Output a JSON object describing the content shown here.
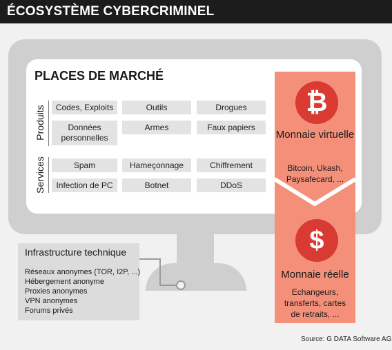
{
  "title": "ÉCOSYSTÈME CYBERCRIMINEL",
  "marketplace": {
    "heading": "PLACES DE MARCHÉ",
    "produits_label": "Produits",
    "services_label": "Services",
    "produits": [
      "Codes, Exploits",
      "Outils",
      "Drogues",
      "Données personnelles",
      "Armes",
      "Faux papiers"
    ],
    "services": [
      "Spam",
      "Hameçonnage",
      "Chiffrement",
      "Infection de PC",
      "Botnet",
      "DDoS"
    ]
  },
  "virtual": {
    "icon": "bitcoin-icon",
    "symbol": "₿",
    "title": "Monnaie virtuelle",
    "examples": "Bitcoin, Ukash, Paysafecard, ..."
  },
  "real": {
    "icon": "dollar-icon",
    "symbol": "$",
    "title": "Monnaie réelle",
    "examples": "Echangeurs, transferts, cartes de retraits, ..."
  },
  "infrastructure": {
    "title": "Infrastructure technique",
    "items": [
      "Réseaux anonymes (TOR, I2P, ...)",
      "Hébergement anonyme",
      "Proxies anonymes",
      "VPN anonymes",
      "Forums privés"
    ]
  },
  "source": "Source: G DATA Software AG",
  "colors": {
    "band": "#f4907a",
    "circle": "#d93a32",
    "monitor": "#cfcfcf",
    "cell": "#e3e3e3"
  }
}
